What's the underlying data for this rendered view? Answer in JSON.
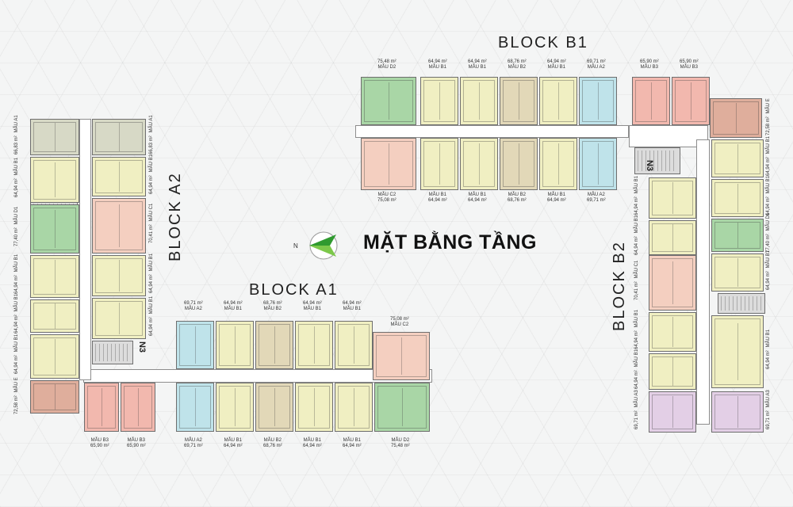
{
  "title": "MẶT BẰNG TẦNG",
  "compass_letter": "N",
  "blocks": {
    "b1": "BLOCK B1",
    "a1": "BLOCK A1",
    "a2": "BLOCK A2",
    "b2": "BLOCK B2"
  },
  "core_label": "N3",
  "colors": {
    "A": "#bfe3ea",
    "B": "#f0efc2",
    "B2": "#e2d8b8",
    "B3": "#f2b8ae",
    "C": "#f4cfc0",
    "D": "#a9d6a6",
    "E": "#dfae9c",
    "A3": "#e3cfe6",
    "A1": "#d7d9c6"
  },
  "b1_top": [
    {
      "area": "75,48 m²",
      "type": "MẪU D2"
    },
    {
      "area": "64,94 m²",
      "type": "MẪU B1"
    },
    {
      "area": "64,94 m²",
      "type": "MẪU B1"
    },
    {
      "area": "68,76 m²",
      "type": "MẪU B2"
    },
    {
      "area": "64,94 m²",
      "type": "MẪU B1"
    },
    {
      "area": "69,71 m²",
      "type": "MẪU A2"
    },
    {
      "area": "65,90 m²",
      "type": "MẪU B3"
    },
    {
      "area": "65,90 m²",
      "type": "MẪU B3"
    }
  ],
  "b1_bottom": [
    {
      "area": "75,08 m²",
      "type": "MẪU C2"
    },
    {
      "area": "64,94 m²",
      "type": "MẪU B1"
    },
    {
      "area": "64,94 m²",
      "type": "MẪU B1"
    },
    {
      "area": "68,76 m²",
      "type": "MẪU B2"
    },
    {
      "area": "64,94 m²",
      "type": "MẪU B1"
    },
    {
      "area": "69,71 m²",
      "type": "MẪU A2"
    }
  ],
  "a1_top": [
    {
      "area": "69,71 m²",
      "type": "MẪU A2"
    },
    {
      "area": "64,94 m²",
      "type": "MẪU B1"
    },
    {
      "area": "68,76 m²",
      "type": "MẪU B2"
    },
    {
      "area": "64,94 m²",
      "type": "MẪU B1"
    },
    {
      "area": "64,94 m²",
      "type": "MẪU B1"
    },
    {
      "area": "75,08 m²",
      "type": "MẪU C2"
    }
  ],
  "a1_bottom": [
    {
      "area": "65,90 m²",
      "type": "MẪU B3"
    },
    {
      "area": "65,90 m²",
      "type": "MẪU B3"
    },
    {
      "area": "69,71 m²",
      "type": "MẪU A2"
    },
    {
      "area": "64,94 m²",
      "type": "MẪU B1"
    },
    {
      "area": "68,76 m²",
      "type": "MẪU B2"
    },
    {
      "area": "64,94 m²",
      "type": "MẪU B1"
    },
    {
      "area": "64,94 m²",
      "type": "MẪU B1"
    },
    {
      "area": "75,48 m²",
      "type": "MẪU D2"
    }
  ],
  "a2_left": [
    {
      "area": "66,83 m²",
      "type": "MẪU A1"
    },
    {
      "area": "64,94 m²",
      "type": "MẪU B1"
    },
    {
      "area": "77,40 m²",
      "type": "MẪU D1"
    },
    {
      "area": "64,94 m²",
      "type": "MẪU B1"
    },
    {
      "area": "64,94 m²",
      "type": "MẪU B1"
    },
    {
      "area": "64,94 m²",
      "type": "MẪU B1"
    },
    {
      "area": "72,58 m²",
      "type": "MẪU E"
    }
  ],
  "a2_right": [
    {
      "area": "66,83 m²",
      "type": "MẪU A1"
    },
    {
      "area": "64,94 m²",
      "type": "MẪU B1"
    },
    {
      "area": "70,41 m²",
      "type": "MẪU C1"
    },
    {
      "area": "64,94 m²",
      "type": "MẪU B1"
    },
    {
      "area": "64,94 m²",
      "type": "MẪU B1"
    }
  ],
  "b2_left": [
    {
      "area": "64,94 m²",
      "type": "MẪU B1"
    },
    {
      "area": "64,94 m²",
      "type": "MẪU B1"
    },
    {
      "area": "70,41 m²",
      "type": "MẪU C1"
    },
    {
      "area": "64,94 m²",
      "type": "MẪU B1"
    },
    {
      "area": "64,94 m²",
      "type": "MẪU B1"
    },
    {
      "area": "69,71 m²",
      "type": "MẪU A3"
    }
  ],
  "b2_right": [
    {
      "area": "72,58 m²",
      "type": "MẪU E"
    },
    {
      "area": "64,94 m²",
      "type": "MẪU B1"
    },
    {
      "area": "64,94 m²",
      "type": "MẪU B1"
    },
    {
      "area": "77,40 m²",
      "type": "MẪU D1"
    },
    {
      "area": "64,94 m²",
      "type": "MẪU B1"
    },
    {
      "area": "64,94 m²",
      "type": "MẪU B1"
    },
    {
      "area": "69,71 m²",
      "type": "MẪU A3"
    }
  ]
}
